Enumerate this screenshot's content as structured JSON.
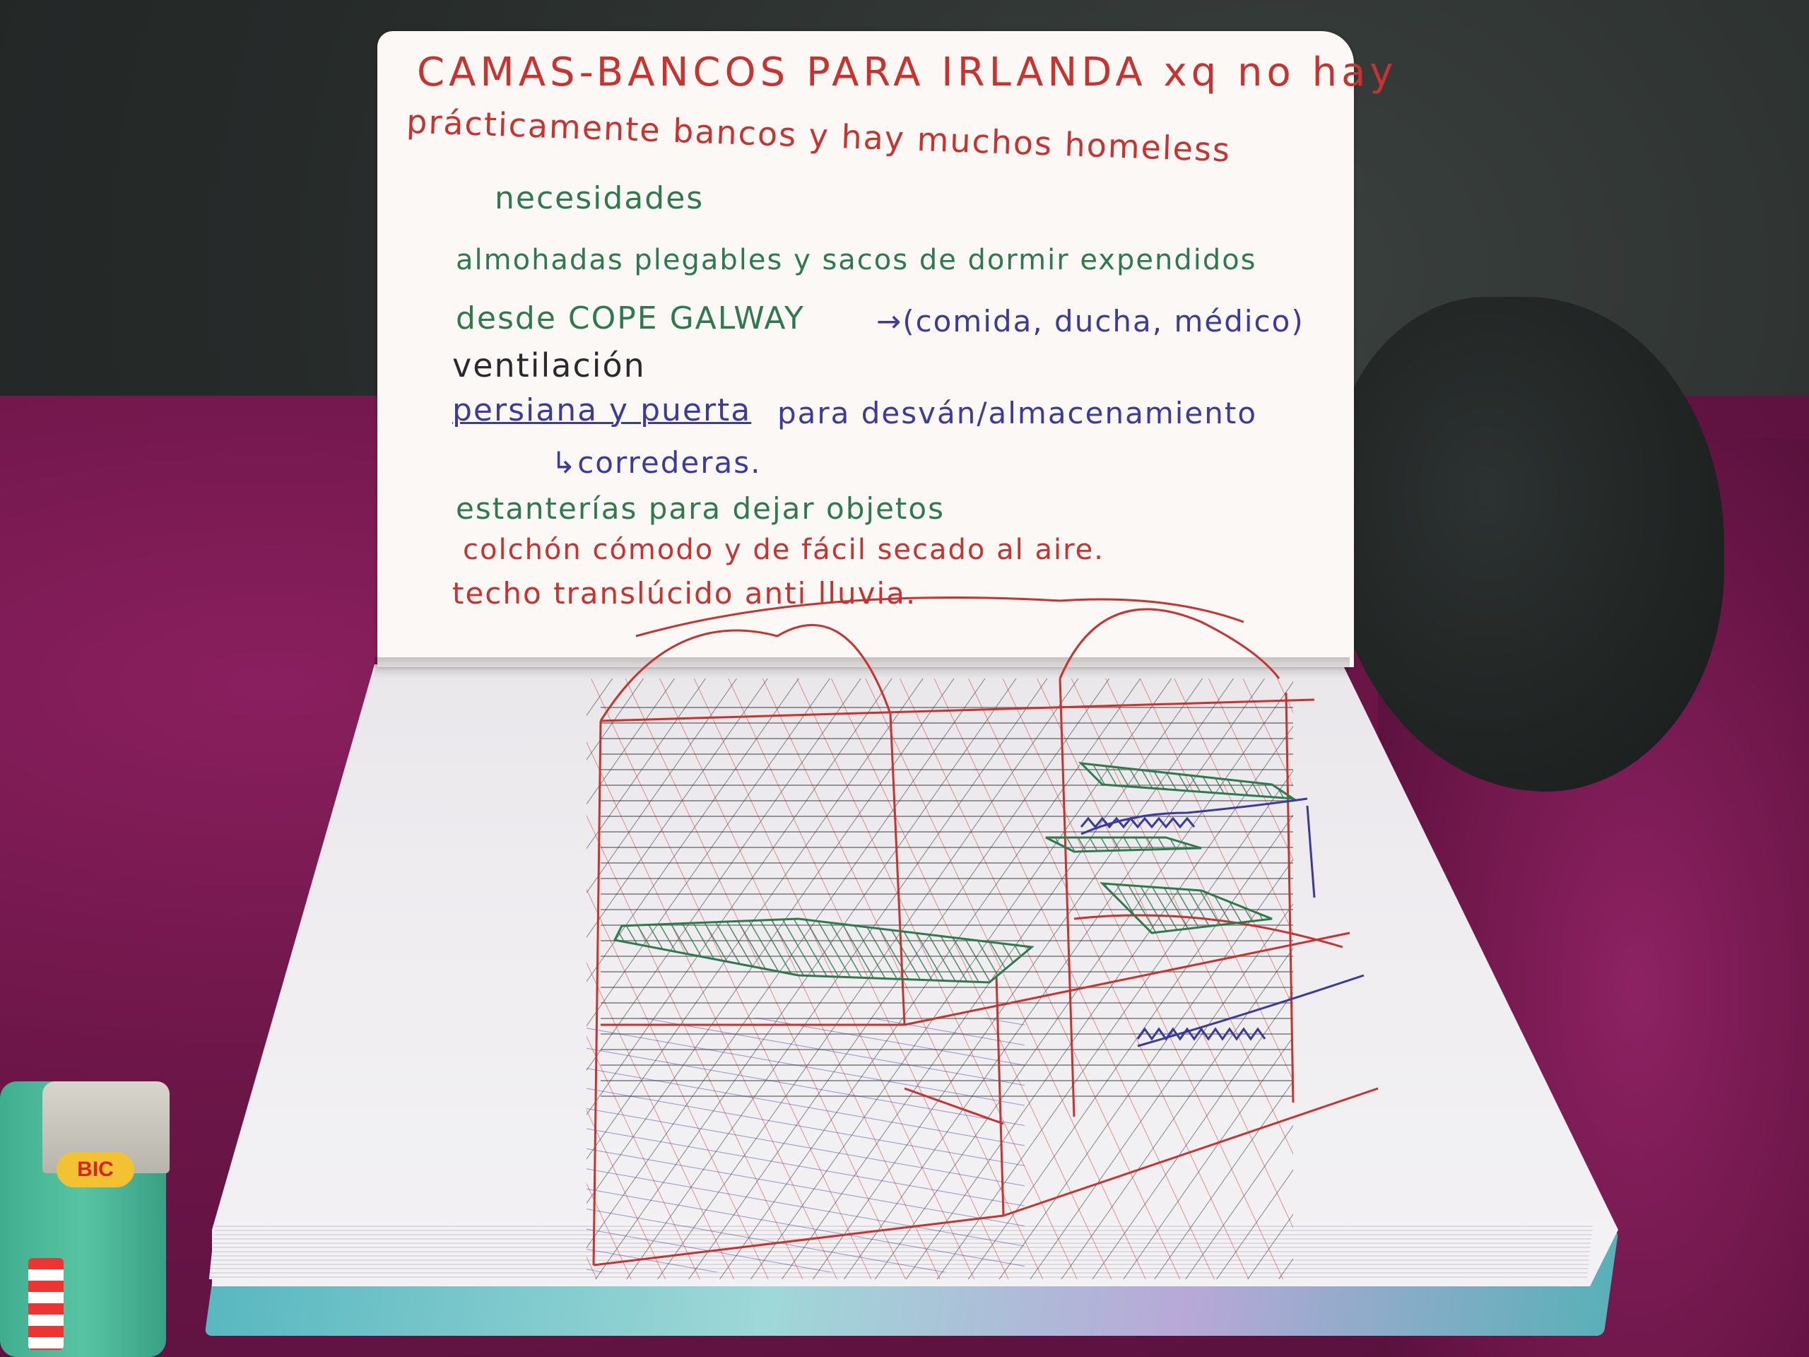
{
  "note_lines": [
    {
      "text": "CAMAS-BANCOS PARA IRLANDA xq no hay",
      "color": "#c8322f"
    },
    {
      "text": "prácticamente bancos y hay muchos homeless",
      "color": "#c8322f"
    },
    {
      "text": "necesidades",
      "color": "#2f7a4d"
    },
    {
      "text": "almohadas plegables y sacos de dormir expendidos",
      "color": "#2f7a4d"
    },
    {
      "text": "desde COPE GALWAY",
      "color": "#2f7a4d"
    },
    {
      "text": "→(comida, ducha, médico)",
      "color": "#3b3a9e"
    },
    {
      "text": "ventilación",
      "color": "#2a2a2e"
    },
    {
      "text": "persiana y puerta",
      "color": "#3b3a9e"
    },
    {
      "text": "para desván/almacenamiento",
      "color": "#3b3a9e"
    },
    {
      "text": "↳correderas.",
      "color": "#3b3a9e"
    },
    {
      "text": "estanterías para dejar objetos",
      "color": "#2f7a4d"
    },
    {
      "text": "colchón cómodo y de fácil secado al aire.",
      "color": "#c8322f"
    },
    {
      "text": "techo translúcido anti lluvia.",
      "color": "#c8322f"
    }
  ],
  "lighter_brand": "BIC",
  "colors": {
    "ink_red": "#c8322f",
    "ink_green": "#2f7a4d",
    "ink_blue": "#3b3a9e",
    "ink_black": "#2a2a2e",
    "fabric": "#6d1649",
    "paper": "#fbf8f6"
  }
}
